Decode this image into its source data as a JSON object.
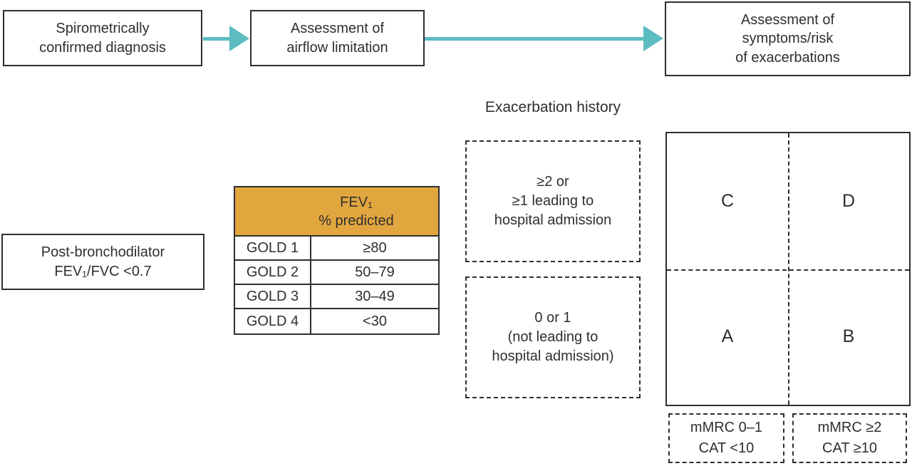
{
  "palette": {
    "teal": "#5cbcc1",
    "orange": "#e2a63f",
    "ink": "#2f2f2f",
    "border": "#2f2f2f"
  },
  "flow": {
    "step1": "Spirometrically\nconfirmed diagnosis",
    "step2": "Assessment of\nairflow limitation",
    "step3": "Assessment of\nsymptoms/risk\nof exacerbations"
  },
  "criteria": {
    "post_bronchodilator": "Post-bronchodilator\nFEV₁/FVC <0.7"
  },
  "gold_table": {
    "header": "FEV₁\n% predicted",
    "rows": [
      {
        "label": "GOLD 1",
        "value": "≥80"
      },
      {
        "label": "GOLD 2",
        "value": "50–79"
      },
      {
        "label": "GOLD 3",
        "value": "30–49"
      },
      {
        "label": "GOLD 4",
        "value": "<30"
      }
    ]
  },
  "exacerbation": {
    "title": "Exacerbation history",
    "high_risk": "≥2 or\n≥1 leading to\nhospital admission",
    "low_risk": "0 or 1\n(not leading to\nhospital admission)"
  },
  "grid": {
    "quadrants": {
      "top_left": "C",
      "top_right": "D",
      "bottom_left": "A",
      "bottom_right": "B"
    }
  },
  "symptom_scales": {
    "low": "mMRC 0–1\nCAT <10",
    "high": "mMRC ≥2\nCAT ≥10"
  }
}
